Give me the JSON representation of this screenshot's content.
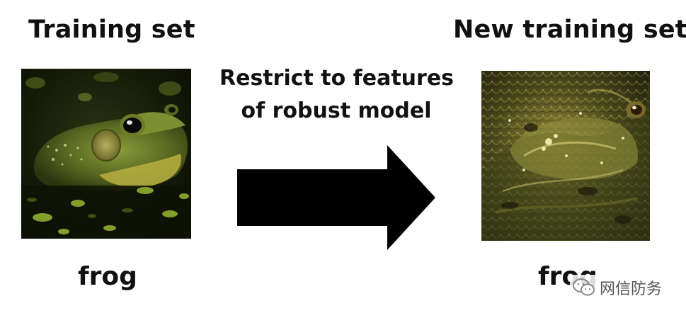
{
  "left": {
    "title": "Training set",
    "image": "frog photo",
    "label": "frog"
  },
  "middle": {
    "caption_line1": "Restrict to features",
    "caption_line2": "of robust model",
    "arrow": "right-arrow"
  },
  "right": {
    "title": "New training set",
    "image": "robust-feature frog image",
    "label": "frog"
  },
  "watermark": {
    "text": "网信防务",
    "icon": "wechat-logo"
  },
  "colors": {
    "arrow": "#000000",
    "text": "#111111"
  }
}
